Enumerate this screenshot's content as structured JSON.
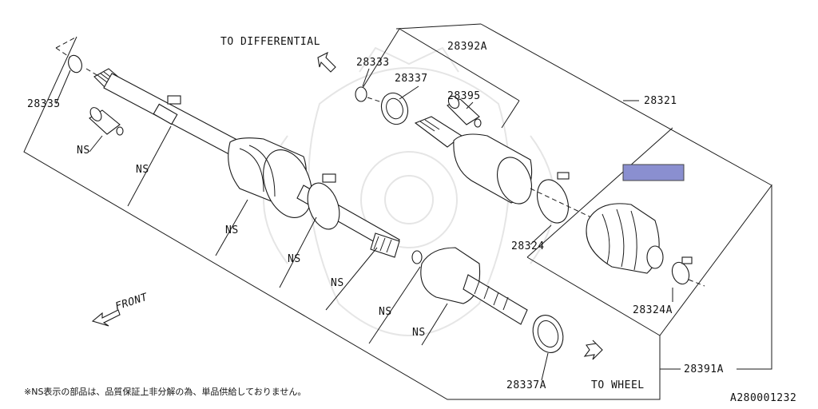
{
  "diagram": {
    "arrows": {
      "to_differential": "TO DIFFERENTIAL",
      "to_wheel": "TO WHEEL",
      "front": "FRONT"
    },
    "parts": {
      "p28335": "28335",
      "p28333": "28333",
      "p28337": "28337",
      "p28392A": "28392A",
      "p28395": "28395",
      "p28321": "28321",
      "p28324": "28324",
      "p28324A": "28324A",
      "p28337A": "28337A",
      "p28391A": "28391A"
    },
    "ns_label": "NS",
    "footnote": "※NS表示の部品は、品質保証上非分解の為、単品供給しておりません。",
    "figure_code": "A280001232",
    "highlight_color": "#8a8fd0"
  }
}
